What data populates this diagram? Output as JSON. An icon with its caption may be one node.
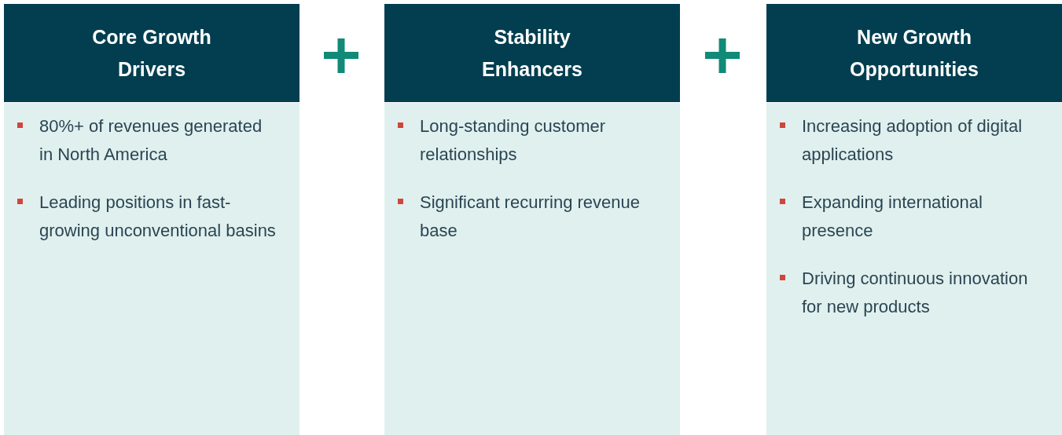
{
  "diagram": {
    "nodes": [
      {
        "text": [
          "Core Growth Drivers"
        ]
      },
      {
        "text": [
          "80%+ of revenues generated in North America",
          "Leading positions in fast-growing unconventional basins"
        ]
      },
      {
        "text": [
          "Stability Enhancers"
        ]
      },
      {
        "text": [
          "Long-standing customer relationships",
          "Significant recurring revenue base"
        ]
      },
      {
        "text": [
          "New Growth Opportunities"
        ]
      },
      {
        "text": [
          "Increasing adoption of digital applications",
          "Expanding international presence",
          "Driving continuous innovation for new products"
        ]
      }
    ]
  }
}
